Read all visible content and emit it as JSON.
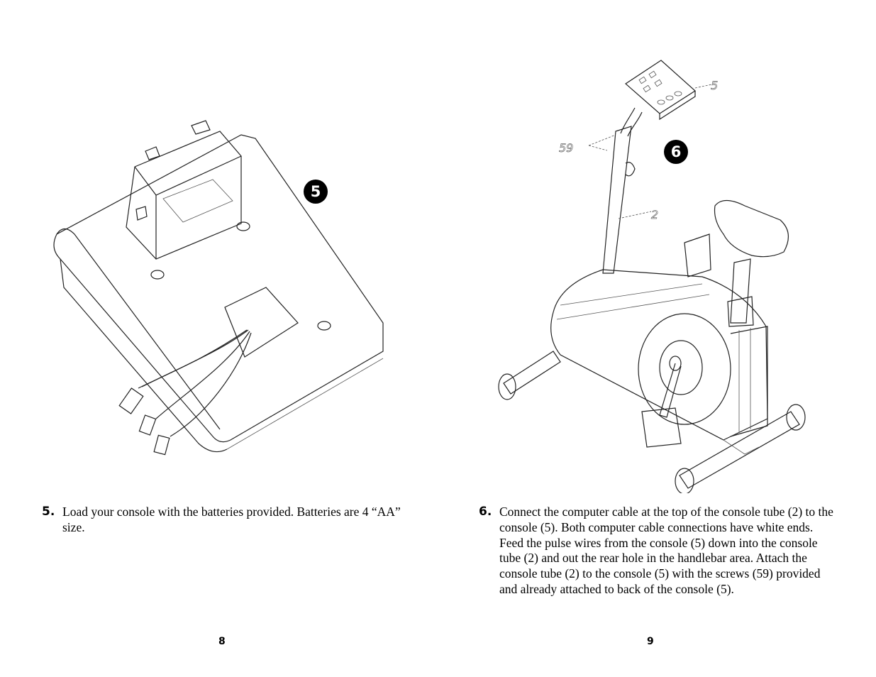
{
  "left_page": {
    "figure_badge": "5",
    "step_number": "5.",
    "step_text": "Load your console with the batteries provided. Batteries are 4 “AA” size.",
    "page_number": "8"
  },
  "right_page": {
    "figure_badge": "6",
    "callouts": [
      "5",
      "59",
      "2"
    ],
    "step_number": "6.",
    "step_text": "Connect the computer cable at the top of the console tube (2) to the console (5). Both computer cable connections have white ends. Feed the pulse wires from the console (5) down into the console tube (2) and out the rear hole in the handlebar area. Attach the console tube (2) to the console (5) with the screws (59) provided and already attached to back of the console (5).",
    "page_number": "9"
  }
}
